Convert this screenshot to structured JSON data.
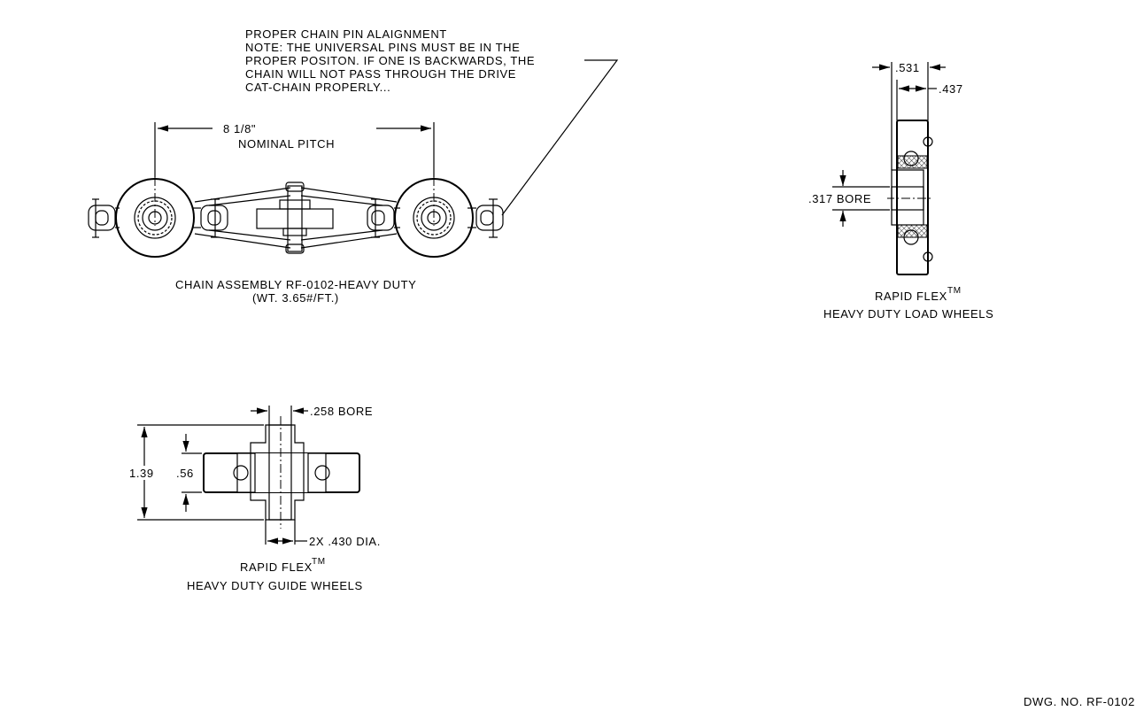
{
  "note": {
    "lines": [
      "PROPER CHAIN PIN ALAIGNMENT",
      "NOTE:  THE UNIVERSAL PINS MUST BE IN THE",
      "PROPER POSITON. IF ONE IS BACKWARDS, THE",
      "CHAIN WILL NOT PASS THROUGH THE DRIVE",
      "CAT-CHAIN PROPERLY..."
    ]
  },
  "chain": {
    "pitch": "8 1/8\"",
    "pitch_label": "NOMINAL PITCH",
    "caption_1": "CHAIN ASSEMBLY RF-0102-HEAVY DUTY",
    "caption_2": "(WT. 3.65#/FT.)"
  },
  "load_wheel": {
    "dim_width": ".531",
    "dim_inner": ".437",
    "dim_bore": ".317  BORE",
    "caption_1": "RAPID FLEX",
    "tm": "TM",
    "caption_2": "HEAVY DUTY LOAD WHEELS"
  },
  "guide_wheel": {
    "dim_bore": ".258  BORE",
    "dim_height": "1.39",
    "dim_wheel": ".56",
    "dim_dia": "2X .430 DIA.",
    "caption_1": "RAPID FLEX",
    "tm": "TM",
    "caption_2": "HEAVY DUTY GUIDE WHEELS"
  },
  "drawing_number": "DWG. NO. RF-0102"
}
